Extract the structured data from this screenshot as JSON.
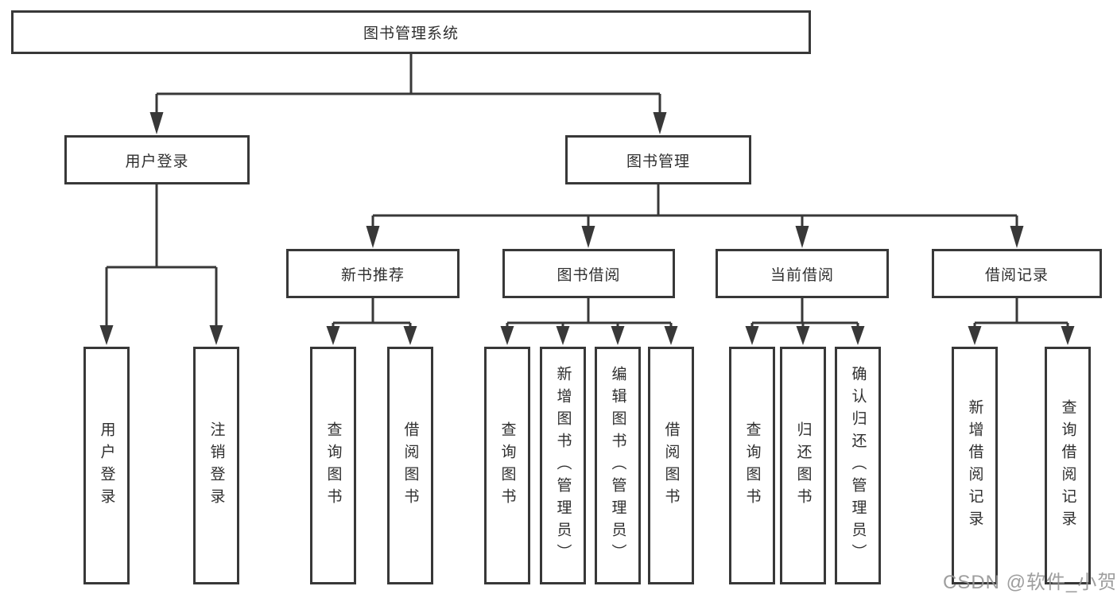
{
  "tree": {
    "root": {
      "label": "图书管理系统",
      "children": [
        {
          "label": "用户登录",
          "children": [
            {
              "label": "用户登录"
            },
            {
              "label": "注销登录"
            }
          ]
        },
        {
          "label": "图书管理",
          "children": [
            {
              "label": "新书推荐",
              "children": [
                {
                  "label": "查询图书"
                },
                {
                  "label": "借阅图书"
                }
              ]
            },
            {
              "label": "图书借阅",
              "children": [
                {
                  "label": "查询图书"
                },
                {
                  "label": "新增图书（管理员）"
                },
                {
                  "label": "编辑图书（管理员）"
                },
                {
                  "label": "借阅图书"
                }
              ]
            },
            {
              "label": "当前借阅",
              "children": [
                {
                  "label": "查询图书"
                },
                {
                  "label": "归还图书"
                },
                {
                  "label": "确认归还（管理员）"
                }
              ]
            },
            {
              "label": "借阅记录",
              "children": [
                {
                  "label": "新增借阅记录"
                },
                {
                  "label": "查询借阅记录"
                }
              ]
            }
          ]
        }
      ]
    }
  },
  "watermark": {
    "text": "CSDN @软件_小贺同学"
  },
  "colors": {
    "line": "#383838",
    "text": "#2f2f2f",
    "watermark": "#949494",
    "background": "#ffffff"
  }
}
